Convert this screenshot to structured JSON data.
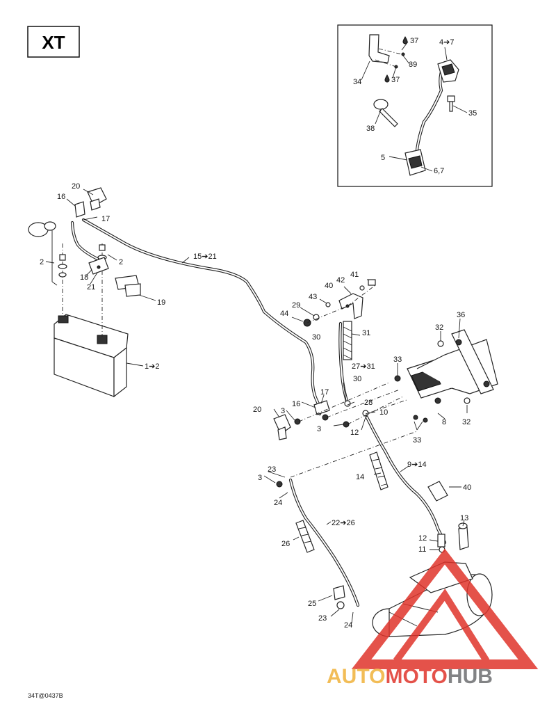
{
  "model_label": "XT",
  "drawing_code": "34T@0437B",
  "watermark": {
    "brand_part1": "AUTO",
    "brand_part2": "MOTO",
    "brand_part3": "HUB",
    "colors": {
      "auto": "#f0b23a",
      "moto": "#e0342b",
      "hub": "#6d6e70",
      "triangle": "#e0342b"
    }
  },
  "callouts": [
    {
      "id": "c34",
      "text": "34"
    },
    {
      "id": "c37a",
      "text": "37"
    },
    {
      "id": "c47",
      "text": "4➔7"
    },
    {
      "id": "c39",
      "text": "39"
    },
    {
      "id": "c37b",
      "text": "37"
    },
    {
      "id": "c35",
      "text": "35"
    },
    {
      "id": "c38",
      "text": "38"
    },
    {
      "id": "c5",
      "text": "5"
    },
    {
      "id": "c67",
      "text": "6,7"
    },
    {
      "id": "c20a",
      "text": "20"
    },
    {
      "id": "c16a",
      "text": "16"
    },
    {
      "id": "c17a",
      "text": "17"
    },
    {
      "id": "c2a",
      "text": "2"
    },
    {
      "id": "c2b",
      "text": "2"
    },
    {
      "id": "c18",
      "text": "18"
    },
    {
      "id": "c21",
      "text": "21"
    },
    {
      "id": "c1521",
      "text": "15➔21"
    },
    {
      "id": "c19",
      "text": "19"
    },
    {
      "id": "c12",
      "text": "1➔2"
    },
    {
      "id": "c41",
      "text": "41"
    },
    {
      "id": "c42",
      "text": "42"
    },
    {
      "id": "c40a",
      "text": "40"
    },
    {
      "id": "c43",
      "text": "43"
    },
    {
      "id": "c29",
      "text": "29"
    },
    {
      "id": "c44",
      "text": "44"
    },
    {
      "id": "c30a",
      "text": "30"
    },
    {
      "id": "c31",
      "text": "31"
    },
    {
      "id": "c32a",
      "text": "32"
    },
    {
      "id": "c36",
      "text": "36"
    },
    {
      "id": "c33a",
      "text": "33"
    },
    {
      "id": "c2731",
      "text": "27➔31"
    },
    {
      "id": "c30b",
      "text": "30"
    },
    {
      "id": "c17b",
      "text": "17"
    },
    {
      "id": "c16b",
      "text": "16"
    },
    {
      "id": "c20b",
      "text": "20"
    },
    {
      "id": "c3a",
      "text": "3"
    },
    {
      "id": "c28",
      "text": "28"
    },
    {
      "id": "c10",
      "text": "10"
    },
    {
      "id": "c3b",
      "text": "3"
    },
    {
      "id": "c12b",
      "text": "12"
    },
    {
      "id": "c8",
      "text": "8"
    },
    {
      "id": "c32b",
      "text": "32"
    },
    {
      "id": "c33b",
      "text": "33"
    },
    {
      "id": "c914",
      "text": "9➔14"
    },
    {
      "id": "c14",
      "text": "14"
    },
    {
      "id": "c40b",
      "text": "40"
    },
    {
      "id": "c23a",
      "text": "23"
    },
    {
      "id": "c3c",
      "text": "3"
    },
    {
      "id": "c24a",
      "text": "24"
    },
    {
      "id": "c2226",
      "text": "22➔26"
    },
    {
      "id": "c26",
      "text": "26"
    },
    {
      "id": "c13",
      "text": "13"
    },
    {
      "id": "c12c",
      "text": "12"
    },
    {
      "id": "c11",
      "text": "11"
    },
    {
      "id": "c25",
      "text": "25"
    },
    {
      "id": "c23b",
      "text": "23"
    },
    {
      "id": "c24b",
      "text": "24"
    }
  ]
}
